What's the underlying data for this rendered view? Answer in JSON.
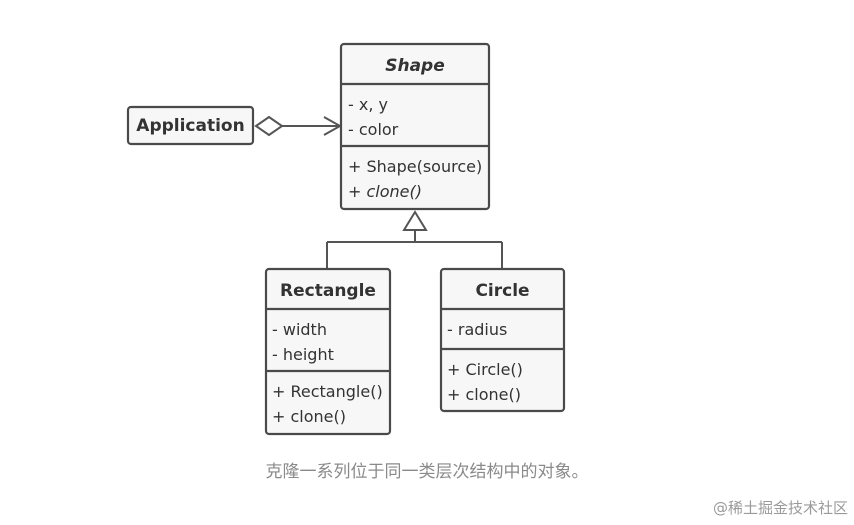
{
  "diagram": {
    "classes": {
      "application": {
        "title": "Application"
      },
      "shape": {
        "title": "Shape",
        "fields": [
          "- x, y",
          "- color"
        ],
        "methods": [
          "+ Shape(source)",
          "+ clone()"
        ]
      },
      "rectangle": {
        "title": "Rectangle",
        "fields": [
          "- width",
          "- height"
        ],
        "methods": [
          "+ Rectangle()",
          "+ clone()"
        ]
      },
      "circle": {
        "title": "Circle",
        "fields": [
          "- radius"
        ],
        "methods": [
          "+ Circle()",
          "+ clone()"
        ]
      }
    }
  },
  "caption": "克隆一系列位于同一类层次结构中的对象。",
  "watermark": "@稀土掘金技术社区",
  "colors": {
    "border": "#4a4a4a",
    "box_fill": "#f7f7f7",
    "text": "#333333",
    "caption": "#8a8a8a"
  }
}
